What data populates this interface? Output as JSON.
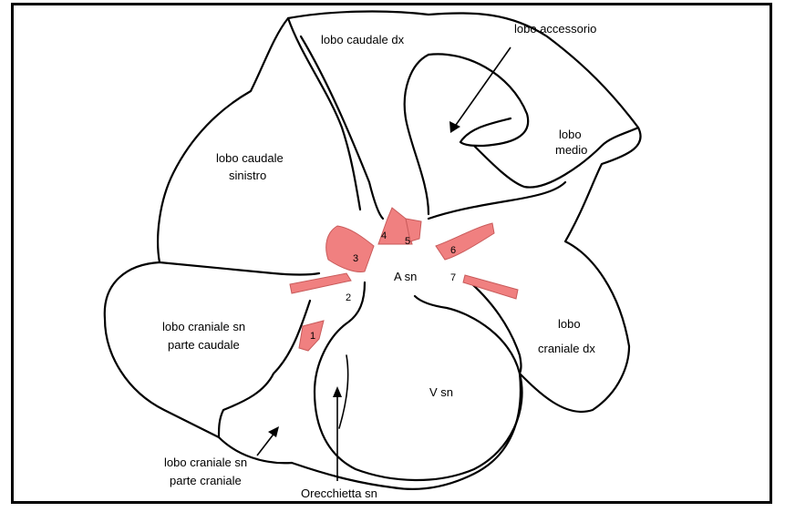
{
  "labels": {
    "lobo_caudale_dx": "lobo caudale dx",
    "lobo_accessorio": "lobo accessorio",
    "lobo_medio_1": "lobo",
    "lobo_medio_2": "medio",
    "lobo_caudale_sinistro_1": "lobo caudale",
    "lobo_caudale_sinistro_2": "sinistro",
    "a_sn": "A sn",
    "lobo_craniale_sn_caudale_1": "lobo craniale sn",
    "lobo_craniale_sn_caudale_2": "parte caudale",
    "lobo_craniale_dx_1": "lobo",
    "lobo_craniale_dx_2": "craniale dx",
    "v_sn": "V sn",
    "lobo_craniale_sn_craniale_1": "lobo craniale sn",
    "lobo_craniale_sn_craniale_2": "parte craniale",
    "orecchietta_sn": "Orecchietta sn"
  },
  "numbers": [
    "1",
    "2",
    "3",
    "4",
    "5",
    "6",
    "7"
  ],
  "colors": {
    "vessel_fill": "#f08080",
    "line": "#000000"
  }
}
